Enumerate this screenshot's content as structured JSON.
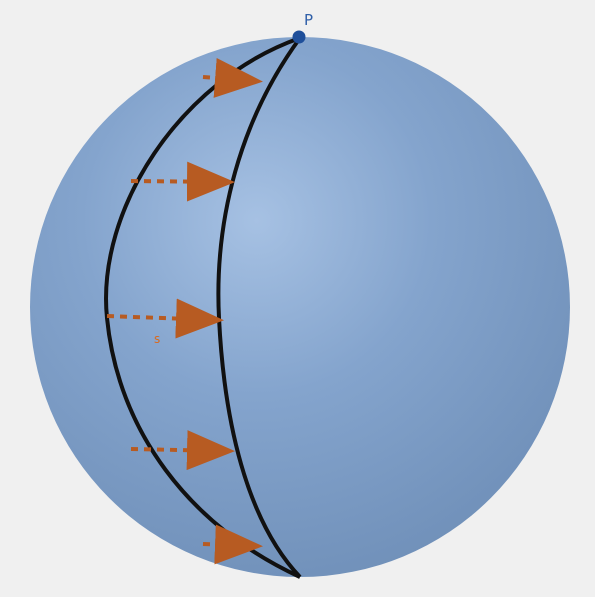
{
  "point_label": "P",
  "vector_label": "s",
  "colors": {
    "background": "#f0f0f0",
    "sphere": "#7f9fc8",
    "sphere_highlight": "#9bb8dd",
    "meridian": "#111111",
    "vector": "#b75b22",
    "point": "#1f4f9a"
  },
  "vectors": [
    {
      "name": "vector-1"
    },
    {
      "name": "vector-2"
    },
    {
      "name": "vector-3"
    },
    {
      "name": "vector-4"
    },
    {
      "name": "vector-5"
    }
  ]
}
